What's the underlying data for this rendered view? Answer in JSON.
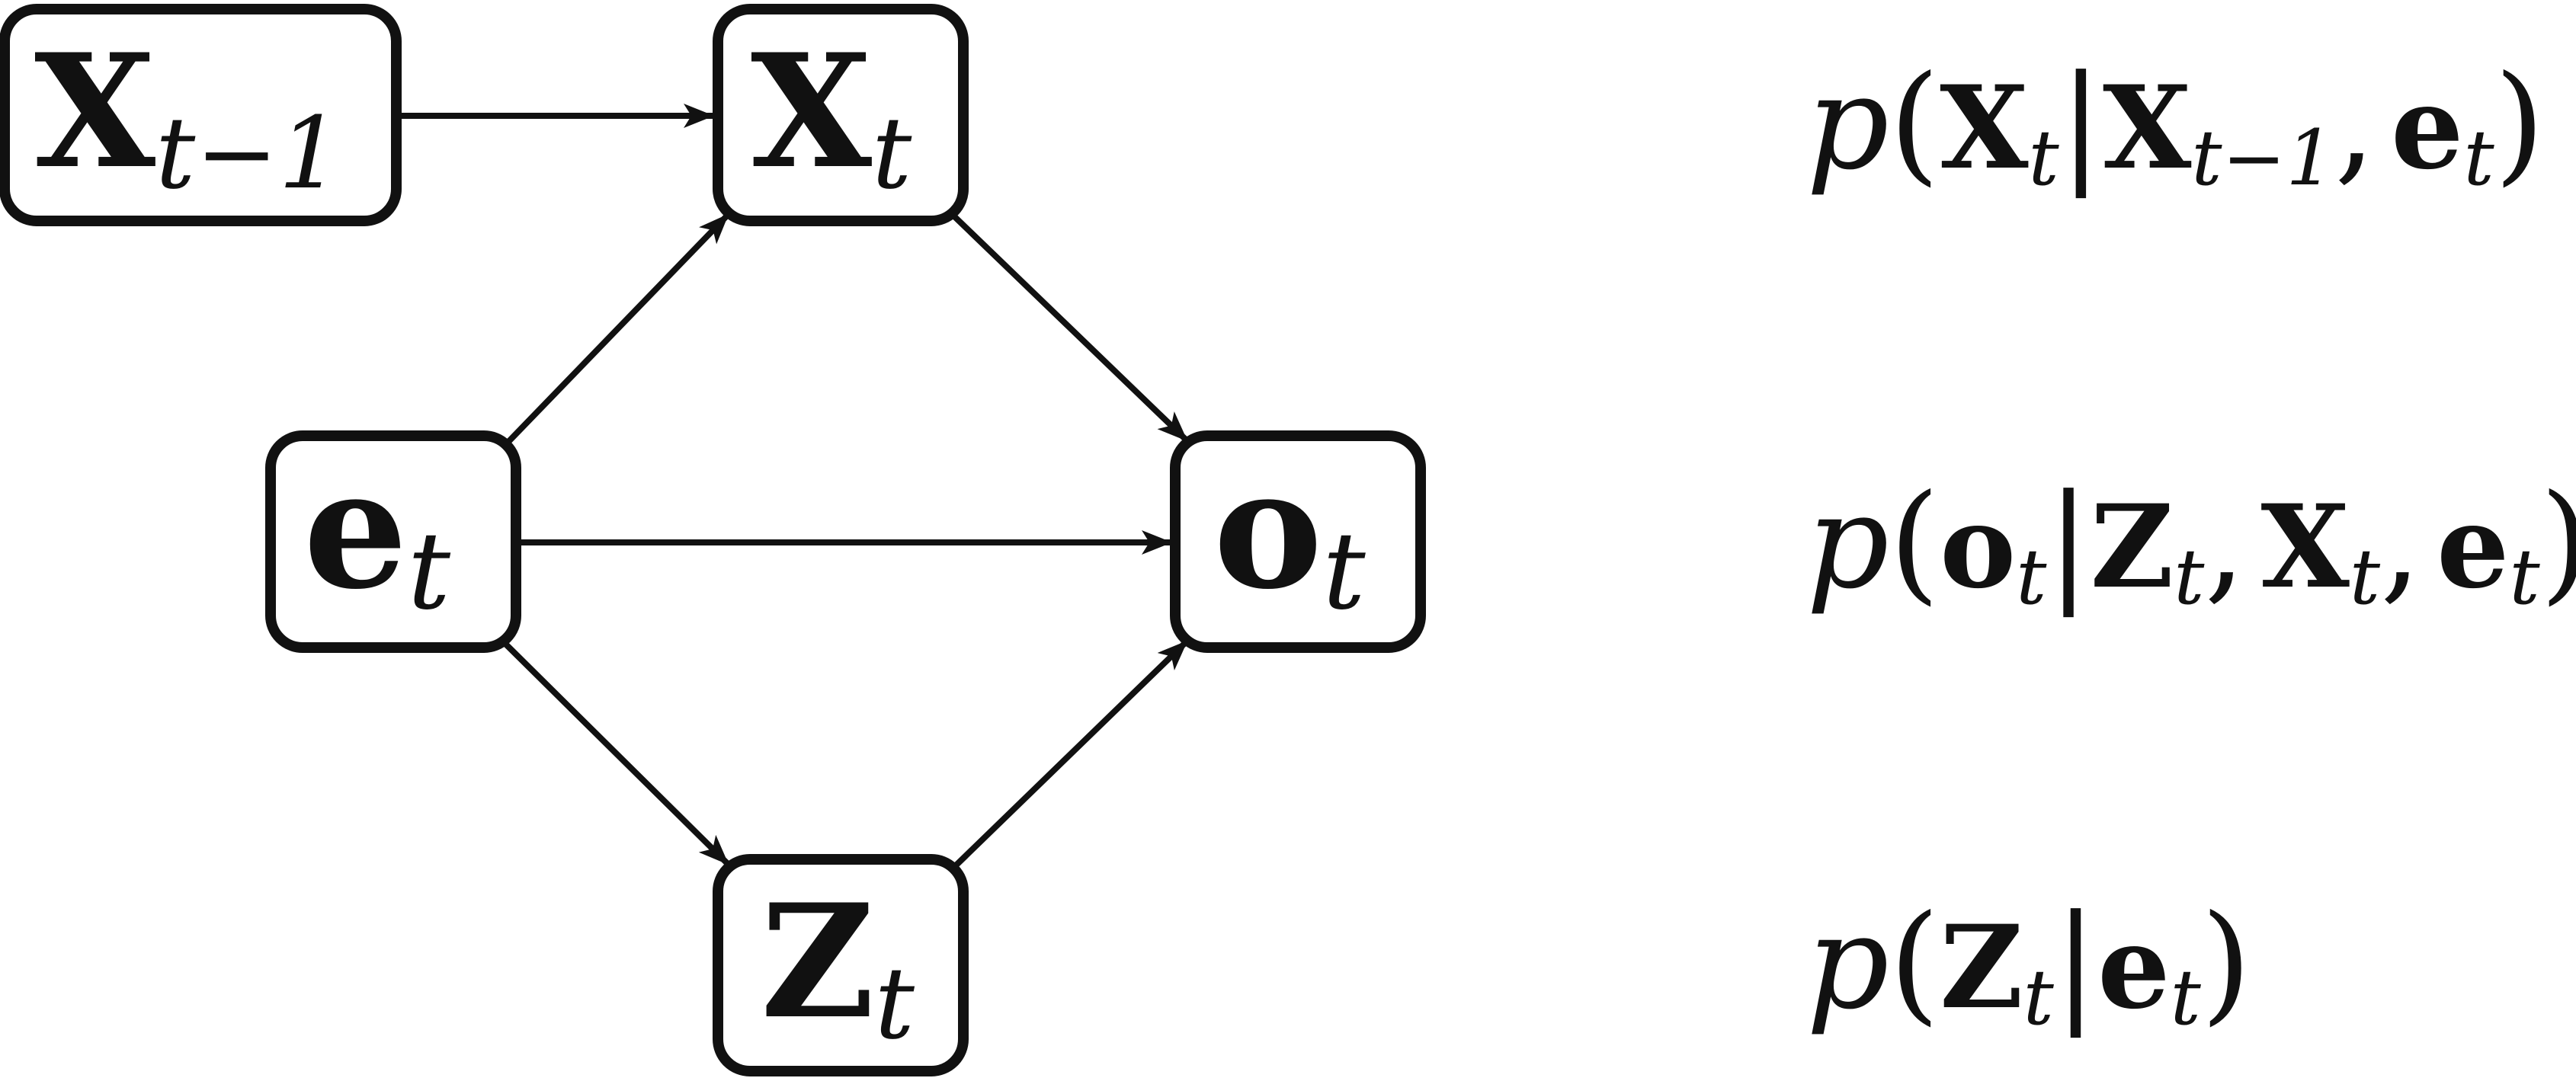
{
  "colors": {
    "stroke": "#111111",
    "background": "#ffffff"
  },
  "nodes": {
    "x_prev": {
      "main": "X",
      "sub": "t−1"
    },
    "x_t": {
      "main": "X",
      "sub": "t"
    },
    "e_t": {
      "main": "e",
      "sub": "t"
    },
    "o_t": {
      "main": "o",
      "sub": "t"
    },
    "z_t": {
      "main": "Z",
      "sub": "t"
    }
  },
  "equations": {
    "transition": {
      "p": "p",
      "open": "(",
      "x": "X",
      "x_sub": "t",
      "bar": "|",
      "x2": "X",
      "x2_sub": "t−1",
      "comma": ",",
      "e": "e",
      "e_sub": "t",
      "close": ")"
    },
    "observation": {
      "p": "p",
      "open": "(",
      "o": "o",
      "o_sub": "t",
      "bar": "|",
      "z": "Z",
      "z_sub": "t",
      "comma1": ",",
      "x": "X",
      "x_sub": "t",
      "comma2": ",",
      "e": "e",
      "e_sub": "t",
      "close": ")"
    },
    "latent": {
      "p": "p",
      "open": "(",
      "z": "Z",
      "z_sub": "t",
      "bar": "|",
      "e": "e",
      "e_sub": "t",
      "close": ")"
    }
  }
}
